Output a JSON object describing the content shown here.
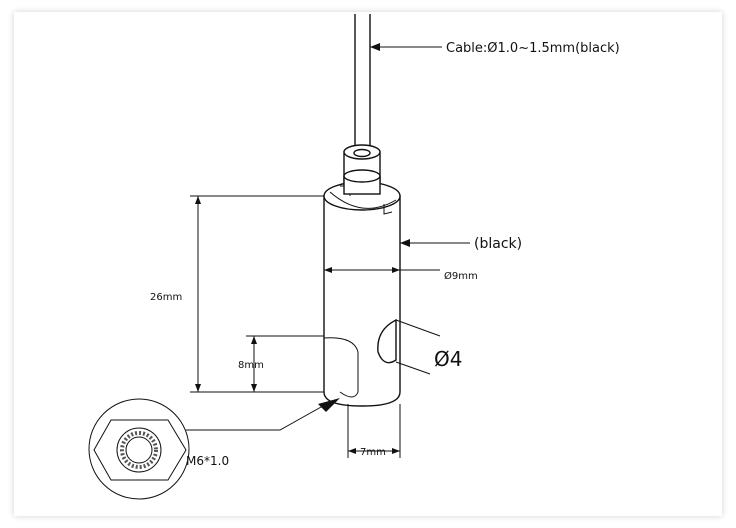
{
  "labels": {
    "cable": "Cable:Ø1.0~1.5mm(black)",
    "body_color": "(black)",
    "diameter_body": "Ø9mm",
    "hole_diameter": "Ø4",
    "height_total": "26mm",
    "height_hole": "8mm",
    "width_bottom": "7mm",
    "thread": "M6*1.0"
  }
}
